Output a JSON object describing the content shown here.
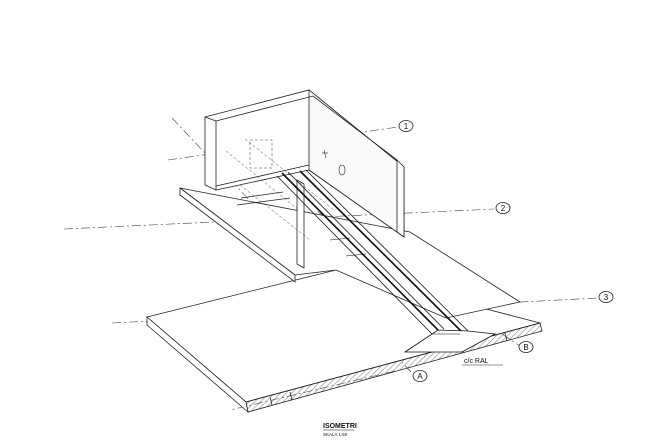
{
  "drawing": {
    "title": "ISOMETRI",
    "scale": "SKALA 1:50"
  },
  "grid_axes": [
    {
      "id": "axis-1",
      "label": "1"
    },
    {
      "id": "axis-2",
      "label": "2"
    },
    {
      "id": "axis-3",
      "label": "3"
    },
    {
      "id": "axis-a",
      "label": "A"
    },
    {
      "id": "axis-b",
      "label": "B"
    }
  ],
  "annotations": {
    "rail_spacing": "c/c RAL"
  },
  "colors": {
    "line": "#222222",
    "hatch": "#666666",
    "rail": "#111111",
    "paper": "#ffffff"
  }
}
